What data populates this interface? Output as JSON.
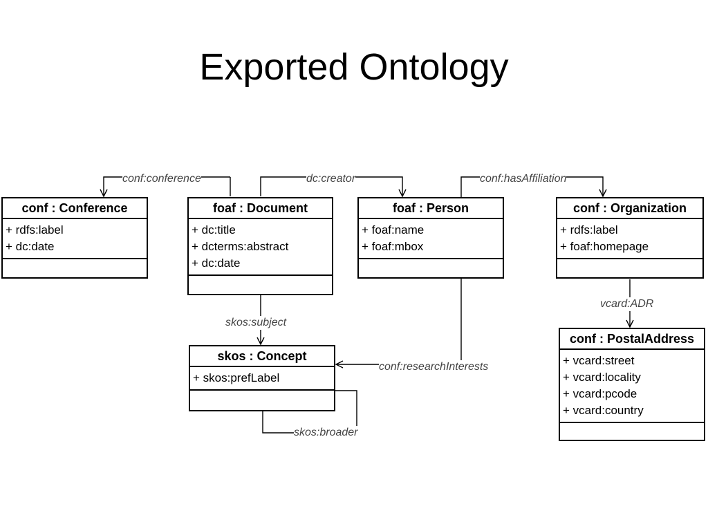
{
  "title": "Exported Ontology",
  "classes": {
    "conference": {
      "name": "conf : Conference",
      "attributes": [
        "+ rdfs:label",
        "+ dc:date"
      ]
    },
    "document": {
      "name": "foaf : Document",
      "attributes": [
        "+ dc:title",
        "+ dcterms:abstract",
        "+ dc:date"
      ]
    },
    "person": {
      "name": "foaf : Person",
      "attributes": [
        "+ foaf:name",
        "+ foaf:mbox"
      ]
    },
    "organization": {
      "name": "conf : Organization",
      "attributes": [
        "+ rdfs:label",
        "+ foaf:homepage"
      ]
    },
    "concept": {
      "name": "skos : Concept",
      "attributes": [
        "+ skos:prefLabel"
      ]
    },
    "postal_address": {
      "name": "conf : PostalAddress",
      "attributes": [
        "+ vcard:street",
        "+ vcard:locality",
        "+ vcard:pcode",
        "+ vcard:country"
      ]
    }
  },
  "relations": {
    "conference": "conf:conference",
    "creator": "dc:creator",
    "has_affiliation": "conf:hasAffiliation",
    "subject": "skos:subject",
    "research_interests": "conf:researchInterests",
    "adr": "vcard:ADR",
    "broader": "skos:broader"
  }
}
